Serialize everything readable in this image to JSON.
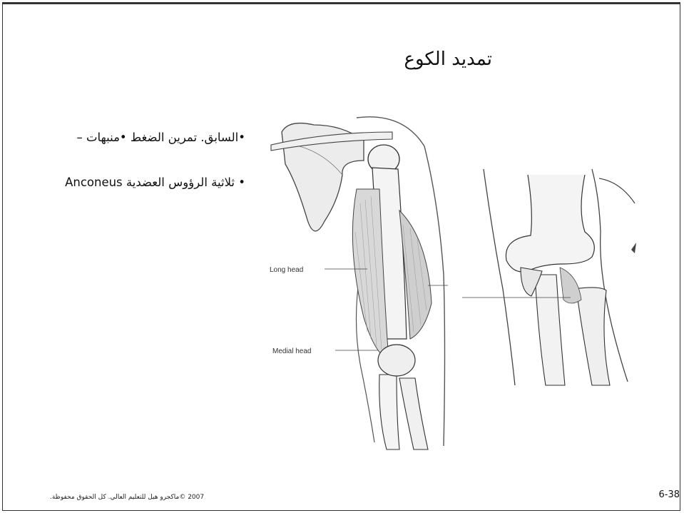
{
  "slide": {
    "title": "تمديد الكوع",
    "bullets": [
      "•السابق. تمرين الضغط  •منبهات  –",
      "• ثلاثية الرؤوس العضدية Anconeus"
    ],
    "footer": "2007 ©ماكجرو هيل للتعليم العالي. كل الحقوق محفوظة.",
    "page_number": "6-38"
  },
  "illustration": {
    "labels": {
      "long_head": "Long head",
      "medial_head": "Medial head"
    }
  }
}
